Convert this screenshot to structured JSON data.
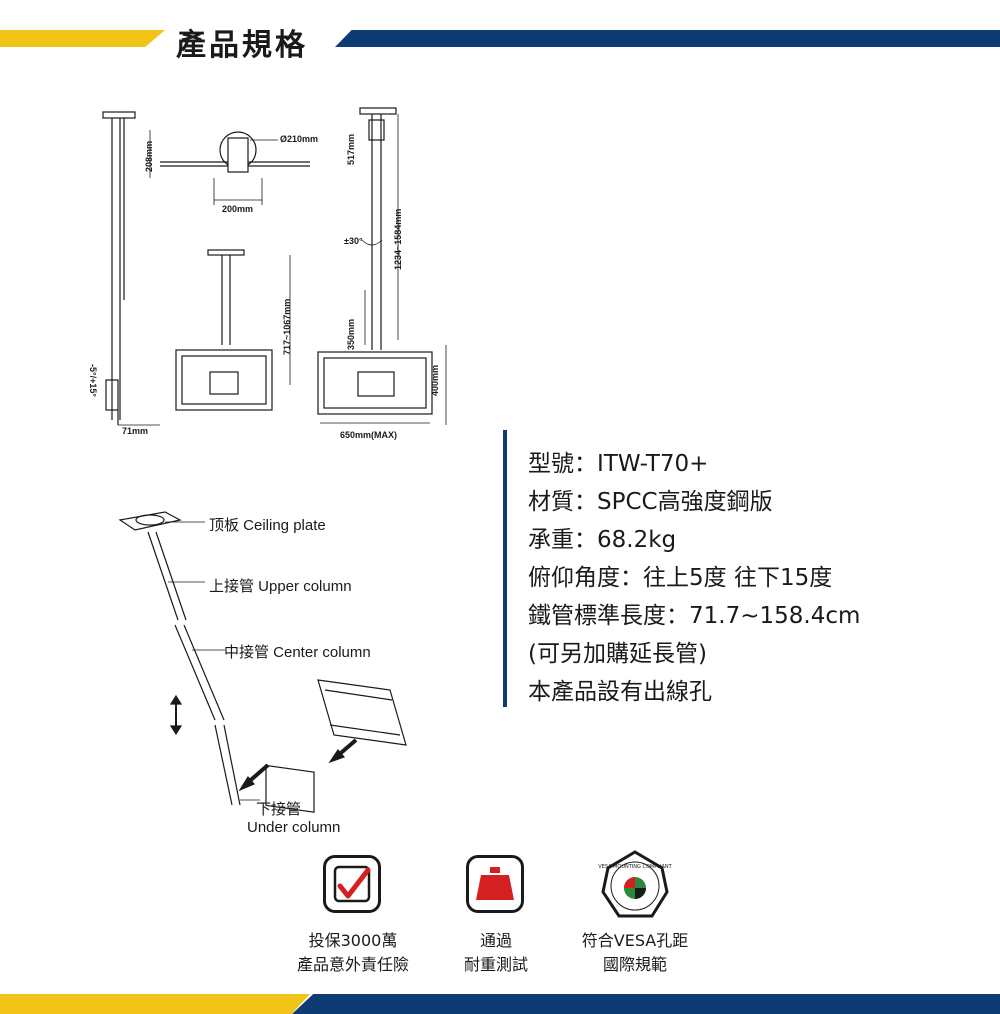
{
  "header": {
    "title": "產品規格"
  },
  "diagram": {
    "dims": {
      "d208": "208mm",
      "d210": "Ø210mm",
      "d200": "200mm",
      "d717": "717~1067mm",
      "d71": "71mm",
      "tilt": "-5°/+15°",
      "d517": "517mm",
      "d30": "±30°",
      "d1234": "1234~1584mm",
      "d350": "350mm",
      "d400": "400mm",
      "d650": "650mm(MAX)"
    },
    "parts": {
      "ceiling": "顶板  Ceiling plate",
      "upper": "上接管  Upper column",
      "center": "中接管  Center column",
      "under_zh": "下接管",
      "under_en": "Under column"
    }
  },
  "specs": {
    "model": "型號：ITW-T70+",
    "material": "材質：SPCC高強度鋼版",
    "load": "承重：68.2kg",
    "tilt": "俯仰角度：往上5度 往下15度",
    "length": "鐵管標準長度：71.7~158.4cm",
    "extension": "(可另加購延長管)",
    "cable": "本產品設有出線孔"
  },
  "badges": [
    {
      "icon": "checkmark-icon",
      "line1": "投保3000萬",
      "line2": "產品意外責任險"
    },
    {
      "icon": "weight-icon",
      "line1": "通過",
      "line2": "耐重測試"
    },
    {
      "icon": "vesa-seal-icon",
      "line1": "符合VESA孔距",
      "line2": "國際規範",
      "seal_text": "VESA MOUNTING COMPLIANT"
    }
  ],
  "colors": {
    "brand_blue": "#0f3b74",
    "brand_yellow": "#f2c318",
    "check_red": "#d42020",
    "weight_red": "#d42020"
  }
}
